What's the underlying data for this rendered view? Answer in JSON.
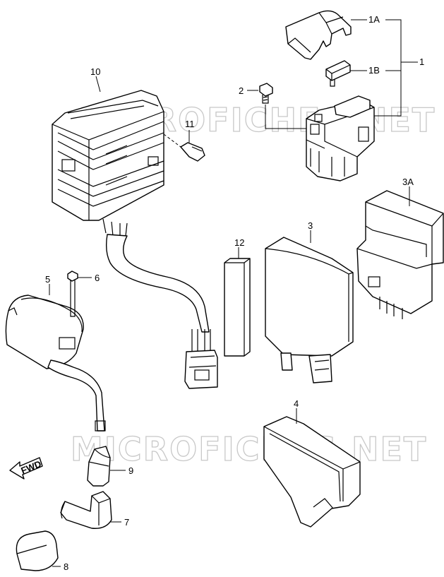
{
  "watermark": "MICROFICHES.NET",
  "callouts": {
    "c1": "1",
    "c1a": "1A",
    "c1b": "1B",
    "c2": "2",
    "c3": "3",
    "c3a": "3A",
    "c4": "4",
    "c5": "5",
    "c6": "6",
    "c7": "7",
    "c8": "8",
    "c9": "9",
    "c10": "10",
    "c11": "11",
    "c12": "12"
  },
  "fwd_label": "FWD"
}
